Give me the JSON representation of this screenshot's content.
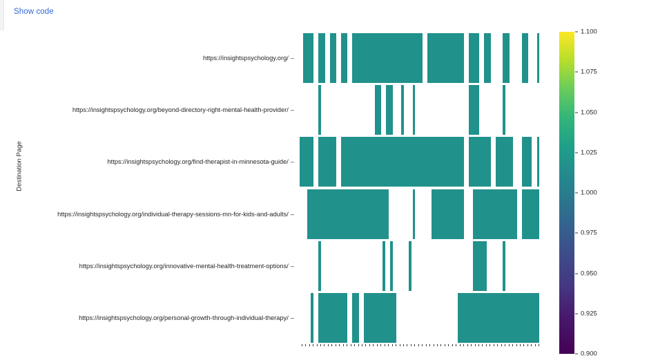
{
  "toolbar": {
    "show_code_label": "Show code"
  },
  "chart_data": {
    "type": "heatmap",
    "title": "",
    "xlabel": "",
    "ylabel": "Destination Page",
    "grid": false,
    "legend_position": "right",
    "colormap": "viridis",
    "colorbar": {
      "vmin": 0.9,
      "vmax": 1.1,
      "ticks": [
        1.1,
        1.075,
        1.05,
        1.025,
        1.0,
        0.975,
        0.95,
        0.925,
        0.9
      ],
      "tick_labels": [
        "1.100",
        "1.075",
        "1.050",
        "1.025",
        "1.000",
        "0.975",
        "0.950",
        "0.925",
        "0.900"
      ]
    },
    "cell_value": 1.0,
    "cell_color": "#21918c",
    "missing_color": "#ffffff",
    "rows": [
      "https://insightspsychology.org/",
      "https://insightspsychology.org/beyond-directory-right-mental-health-provider/",
      "https://insightspsychology.org/find-therapist-in-minnesota-guide/",
      "https://insightspsychology.org/individual-therapy-sessions-mn-for-kids-and-adults/",
      "https://insightspsychology.org/innovative-mental-health-treatment-options/",
      "https://insightspsychology.org/personal-growth-through-individual-therapy/"
    ],
    "n_columns": 64,
    "matrix": [
      [
        0,
        1,
        1,
        1,
        0,
        1,
        1,
        0,
        1,
        1,
        0,
        1,
        1,
        0,
        1,
        1,
        1,
        1,
        1,
        1,
        1,
        1,
        1,
        1,
        1,
        1,
        1,
        1,
        1,
        1,
        1,
        1,
        1,
        0,
        1,
        1,
        1,
        1,
        1,
        1,
        1,
        1,
        1,
        1,
        0,
        1,
        1,
        1,
        0,
        1,
        1,
        0,
        0,
        0,
        1,
        1,
        0,
        0,
        0,
        1,
        1,
        0,
        0,
        1
      ],
      [
        0,
        0,
        0,
        0,
        0,
        1,
        0,
        0,
        0,
        0,
        0,
        0,
        0,
        0,
        0,
        0,
        0,
        0,
        0,
        0,
        1,
        1,
        0,
        1,
        1,
        0,
        0,
        1,
        0,
        0,
        1,
        0,
        0,
        0,
        0,
        0,
        0,
        0,
        0,
        0,
        0,
        0,
        0,
        0,
        0,
        1,
        1,
        1,
        0,
        0,
        0,
        0,
        0,
        0,
        1,
        0,
        0,
        0,
        0,
        0,
        0,
        0,
        0,
        0
      ],
      [
        1,
        1,
        1,
        1,
        0,
        1,
        1,
        1,
        1,
        1,
        0,
        1,
        1,
        1,
        1,
        1,
        1,
        1,
        1,
        1,
        1,
        1,
        1,
        1,
        1,
        1,
        1,
        1,
        1,
        1,
        1,
        1,
        1,
        1,
        1,
        1,
        1,
        1,
        1,
        1,
        1,
        1,
        1,
        1,
        0,
        1,
        1,
        1,
        1,
        1,
        1,
        0,
        1,
        1,
        1,
        1,
        1,
        0,
        0,
        1,
        1,
        1,
        0,
        1
      ],
      [
        0,
        0,
        1,
        1,
        1,
        1,
        1,
        1,
        1,
        1,
        1,
        1,
        1,
        1,
        1,
        1,
        1,
        1,
        1,
        1,
        1,
        1,
        1,
        1,
        0,
        0,
        0,
        0,
        0,
        0,
        1,
        0,
        0,
        0,
        0,
        1,
        1,
        1,
        1,
        1,
        1,
        1,
        1,
        1,
        0,
        0,
        1,
        1,
        1,
        1,
        1,
        1,
        1,
        1,
        1,
        1,
        1,
        1,
        0,
        1,
        1,
        1,
        1,
        1
      ],
      [
        0,
        0,
        0,
        0,
        0,
        1,
        0,
        0,
        0,
        0,
        0,
        0,
        0,
        0,
        0,
        0,
        0,
        0,
        0,
        0,
        0,
        0,
        1,
        0,
        1,
        0,
        0,
        0,
        0,
        1,
        0,
        0,
        0,
        0,
        0,
        0,
        0,
        0,
        0,
        0,
        0,
        0,
        0,
        0,
        0,
        0,
        1,
        1,
        1,
        1,
        0,
        0,
        0,
        0,
        1,
        0,
        0,
        0,
        0,
        0,
        0,
        0,
        0,
        0
      ],
      [
        0,
        0,
        0,
        1,
        0,
        1,
        1,
        1,
        1,
        1,
        1,
        1,
        1,
        0,
        1,
        1,
        0,
        1,
        1,
        1,
        1,
        1,
        1,
        1,
        1,
        1,
        0,
        0,
        0,
        0,
        0,
        0,
        0,
        0,
        0,
        0,
        0,
        0,
        0,
        0,
        0,
        0,
        1,
        1,
        1,
        1,
        1,
        1,
        1,
        1,
        1,
        1,
        1,
        1,
        1,
        1,
        1,
        1,
        1,
        1,
        1,
        1,
        1,
        1
      ]
    ]
  }
}
